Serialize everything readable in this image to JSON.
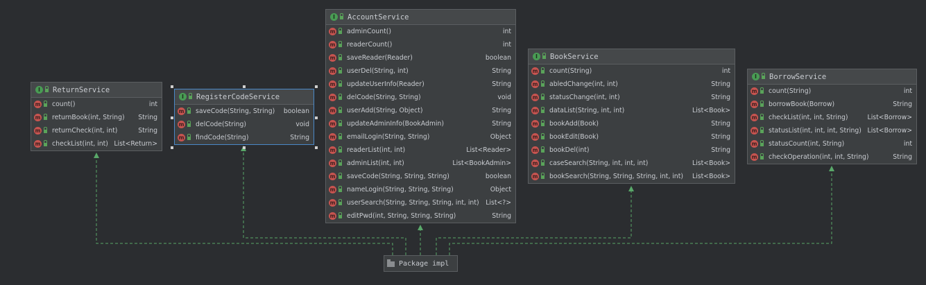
{
  "colors": {
    "background": "#2b2d30",
    "connector": "#59a869",
    "interface_badge": "#499c54",
    "method_badge": "#c75450",
    "selection": "#4a88c7"
  },
  "interface_badge_letter": "I",
  "method_badge_letter": "m",
  "package": {
    "label": "Package impl",
    "icon": "folder-icon"
  },
  "classes": {
    "return": {
      "name": "ReturnService",
      "methods": [
        {
          "name": "count()",
          "type": "int"
        },
        {
          "name": "returnBook(int, String)",
          "type": "String"
        },
        {
          "name": "returnCheck(int, int)",
          "type": "String"
        },
        {
          "name": "checkList(int, int)",
          "type": "List<Return>"
        }
      ]
    },
    "register": {
      "name": "RegisterCodeService",
      "methods": [
        {
          "name": "saveCode(String, String)",
          "type": "boolean"
        },
        {
          "name": "delCode(String)",
          "type": "void"
        },
        {
          "name": "findCode(String)",
          "type": "String"
        }
      ]
    },
    "account": {
      "name": "AccountService",
      "methods": [
        {
          "name": "adminCount()",
          "type": "int"
        },
        {
          "name": "readerCount()",
          "type": "int"
        },
        {
          "name": "saveReader(Reader)",
          "type": "boolean"
        },
        {
          "name": "userDel(String, int)",
          "type": "String"
        },
        {
          "name": "updateUserInfo(Reader)",
          "type": "String"
        },
        {
          "name": "delCode(String, String)",
          "type": "void"
        },
        {
          "name": "userAdd(String, Object)",
          "type": "String"
        },
        {
          "name": "updateAdminInfo(BookAdmin)",
          "type": "String"
        },
        {
          "name": "emailLogin(String, String)",
          "type": "Object"
        },
        {
          "name": "readerList(int, int)",
          "type": "List<Reader>"
        },
        {
          "name": "adminList(int, int)",
          "type": "List<BookAdmin>"
        },
        {
          "name": "saveCode(String, String, String)",
          "type": "boolean"
        },
        {
          "name": "nameLogin(String, String, String)",
          "type": "Object"
        },
        {
          "name": "userSearch(String, String, String, int, int)",
          "type": "List<?>"
        },
        {
          "name": "editPwd(int, String, String, String)",
          "type": "String"
        }
      ]
    },
    "book": {
      "name": "BookService",
      "methods": [
        {
          "name": "count(String)",
          "type": "int"
        },
        {
          "name": "abledChange(int, int)",
          "type": "String"
        },
        {
          "name": "statusChange(int, int)",
          "type": "String"
        },
        {
          "name": "dataList(String, int, int)",
          "type": "List<Book>"
        },
        {
          "name": "bookAdd(Book)",
          "type": "String"
        },
        {
          "name": "bookEdit(Book)",
          "type": "String"
        },
        {
          "name": "bookDel(int)",
          "type": "String"
        },
        {
          "name": "caseSearch(String, int, int, int)",
          "type": "List<Book>"
        },
        {
          "name": "bookSearch(String, String, String, int, int)",
          "type": "List<Book>"
        }
      ]
    },
    "borrow": {
      "name": "BorrowService",
      "methods": [
        {
          "name": "count(String)",
          "type": "int"
        },
        {
          "name": "borrowBook(Borrow)",
          "type": "String"
        },
        {
          "name": "checkList(int, int, String)",
          "type": "List<Borrow>"
        },
        {
          "name": "statusList(int, int, int, String)",
          "type": "List<Borrow>"
        },
        {
          "name": "statusCount(int, String)",
          "type": "int"
        },
        {
          "name": "checkOperation(int, int, String)",
          "type": "String"
        }
      ]
    }
  }
}
